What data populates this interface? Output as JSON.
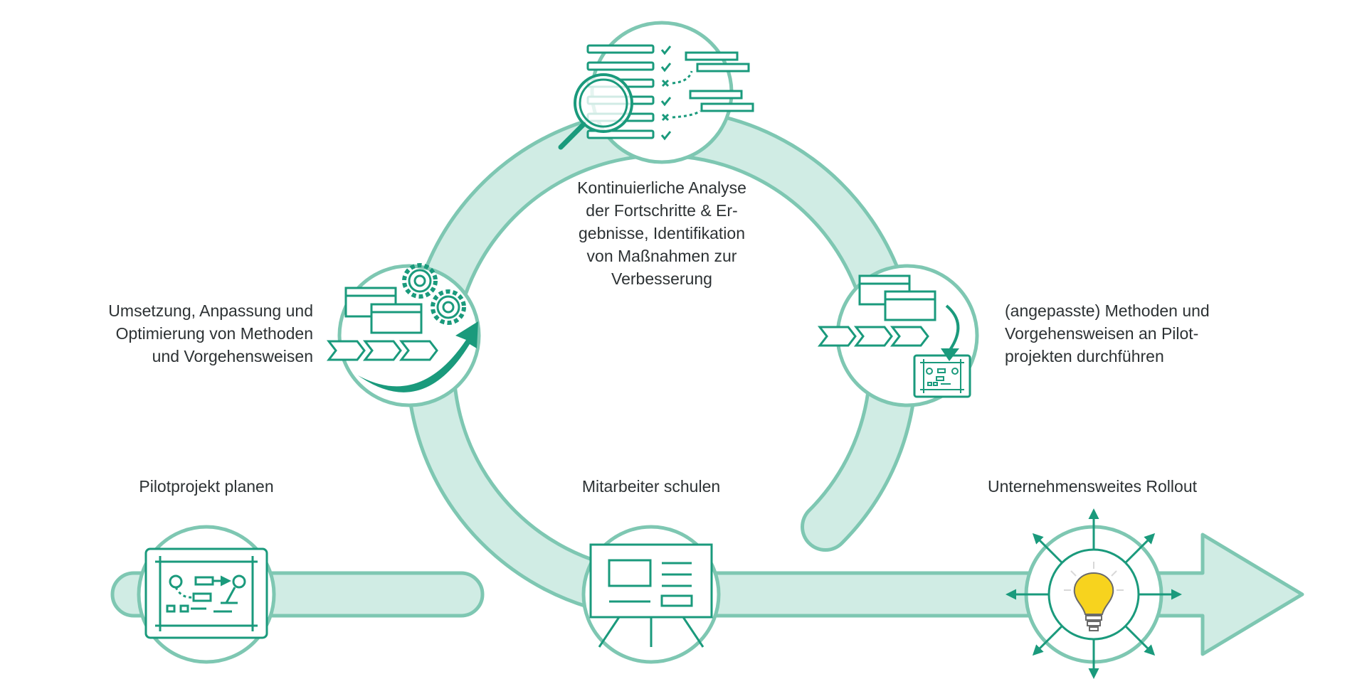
{
  "colors": {
    "primary": "#1a9a7c",
    "band": "#d0ece4",
    "band_stroke": "#7ec7b2",
    "circle_fill": "#ffffff",
    "text": "#2d3234",
    "bulb": "#f7d31e"
  },
  "steps": {
    "plan": {
      "icon": "blueprint-icon",
      "lines": [
        "Pilotprojekt planen"
      ]
    },
    "train": {
      "icon": "presentation-board-icon",
      "lines": [
        "Mitarbeiter schulen"
      ]
    },
    "rollout": {
      "icon": "lightbulb-icon",
      "lines": [
        "Unternehmensweites Rollout"
      ]
    },
    "analyse": {
      "icon": "magnifier-checklist-icon",
      "lines": [
        "Kontinuierliche Analyse",
        "der Fortschritte & Er-",
        "gebnisse, Identifikation",
        "von Maßnahmen zur",
        "Verbesserung"
      ]
    },
    "optimize": {
      "icon": "gears-process-icon",
      "lines": [
        "Umsetzung, Anpassung und",
        "Optimierung von Methoden",
        "und Vorgehensweisen"
      ]
    },
    "pilot": {
      "icon": "process-to-blueprint-icon",
      "lines": [
        "(angepasste) Methoden und",
        "Vorgehensweisen an Pilot-",
        "projekten durchführen"
      ]
    }
  }
}
